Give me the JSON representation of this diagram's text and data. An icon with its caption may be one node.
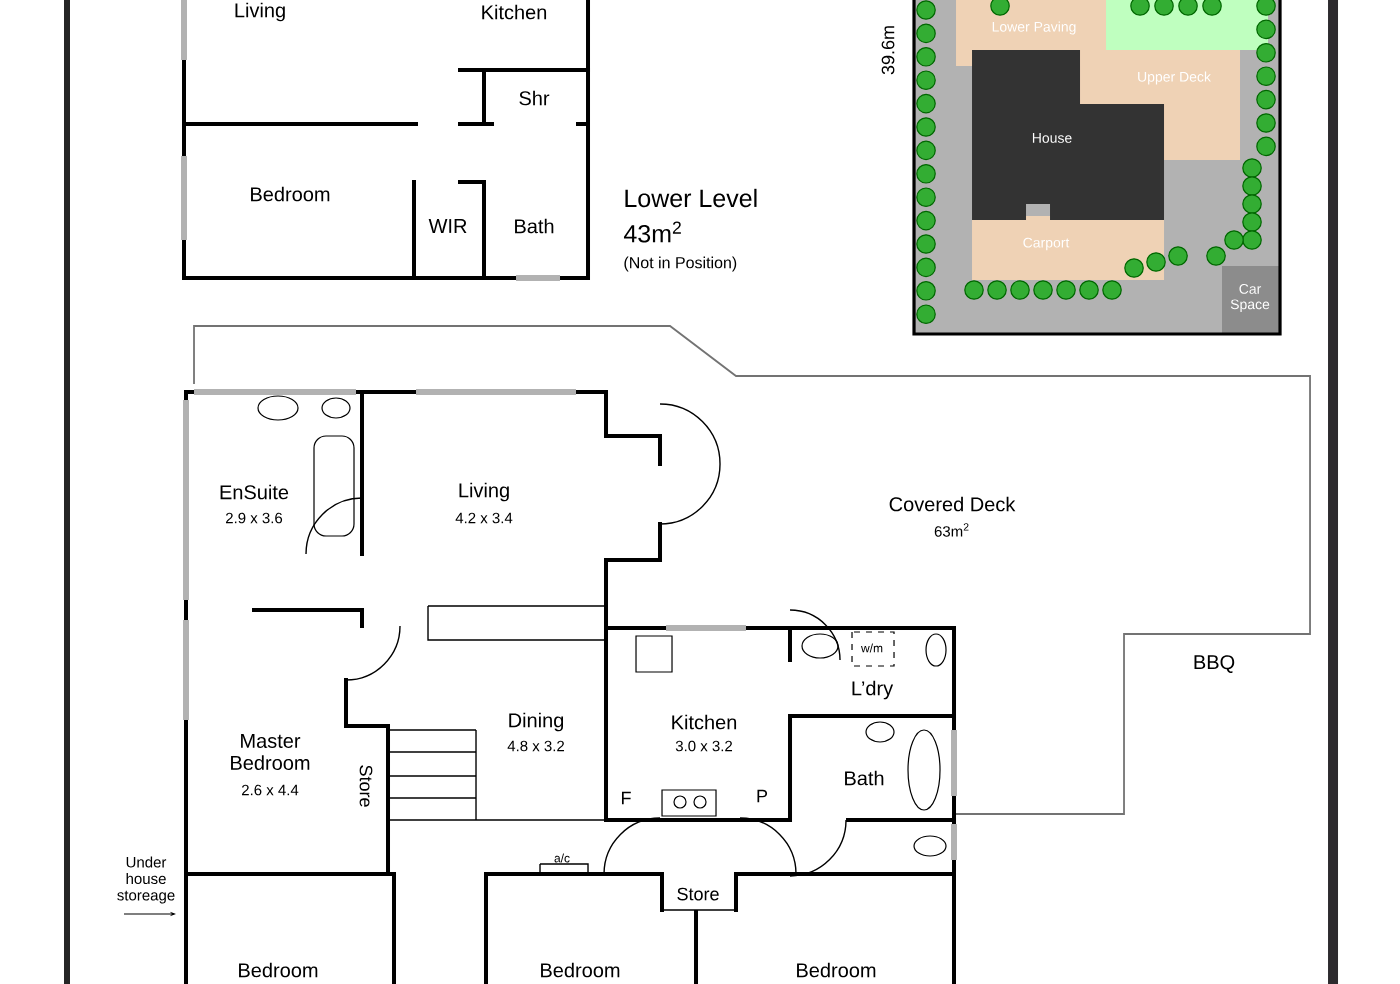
{
  "diagram": {
    "labels": [
      "Living",
      "Kitchen",
      "Shr",
      "Bedroom",
      "WIR",
      "Bath",
      "Lower Level",
      "43m$^{2}$",
      "(Not in Position)",
      "39.6m",
      "Lower Paving",
      "Upper Deck",
      "House",
      "Carport",
      "Car Space",
      "EnSuite",
      "2.9 x 3.6",
      "Living",
      "4.2 x 3.4",
      "Covered Deck",
      "63m$^{2}$",
      "w/m",
      "L’dry",
      "BBQ",
      "Master Bedroom",
      "2.6 x 4.4",
      "Store",
      "Dining",
      "4.8 x 3.2",
      "Kitchen",
      "3.0 x 3.2",
      "F",
      "P",
      "Bath",
      "a/c",
      "Under house storeage",
      "Store",
      "Bedroom",
      "Bedroom",
      "Bedroom"
    ]
  }
}
